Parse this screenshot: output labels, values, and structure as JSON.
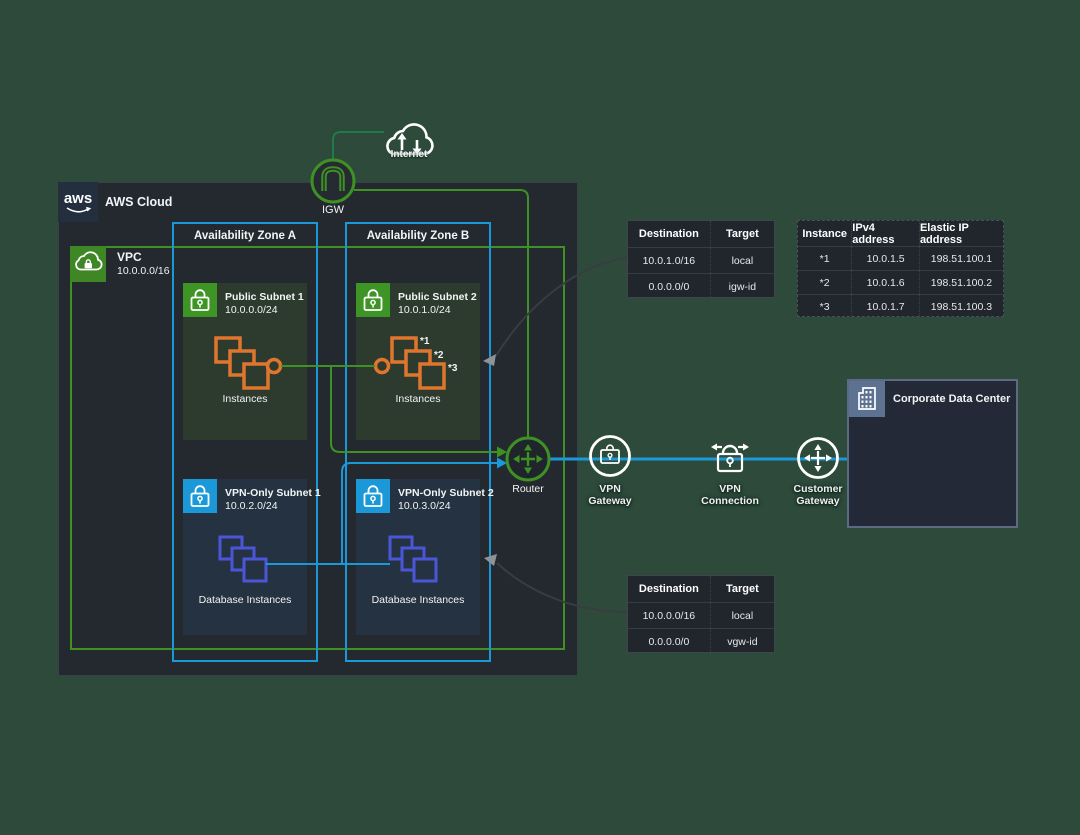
{
  "colors": {
    "background": "#2d4a3b",
    "green_accent": "#3d9125",
    "blue_accent": "#1b98d8",
    "orange_instances": "#e0762e",
    "indigo_db": "#4a55d8",
    "box_dark": "#24292f"
  },
  "internet": {
    "label": "Internet"
  },
  "igw": {
    "label": "IGW"
  },
  "aws_cloud": {
    "logo": "aws",
    "title": "AWS Cloud"
  },
  "vpc": {
    "title": "VPC",
    "cidr": "10.0.0.0/16"
  },
  "zones": [
    {
      "label": "Availability Zone A"
    },
    {
      "label": "Availability Zone B"
    }
  ],
  "subnets": [
    {
      "name": "Public Subnet 1",
      "cidr": "10.0.0.0/24",
      "resource_label": "Instances"
    },
    {
      "name": "Public Subnet 2",
      "cidr": "10.0.1.0/24",
      "resource_label": "Instances",
      "annotations": [
        "*1",
        "*2",
        "*3"
      ]
    },
    {
      "name": "VPN-Only Subnet 1",
      "cidr": "10.0.2.0/24",
      "resource_label": "Database Instances"
    },
    {
      "name": "VPN-Only Subnet 2",
      "cidr": "10.0.3.0/24",
      "resource_label": "Database Instances"
    }
  ],
  "router": {
    "label": "Router"
  },
  "gateways": [
    {
      "line1": "VPN",
      "line2": "Gateway"
    },
    {
      "line1": "VPN",
      "line2": "Connection"
    },
    {
      "line1": "Customer",
      "line2": "Gateway"
    }
  ],
  "corporate_dc": {
    "title": "Corporate Data Center"
  },
  "tables": {
    "route_table_top": {
      "headers": [
        "Destination",
        "Target"
      ],
      "rows": [
        [
          "10.0.1.0/16",
          "local"
        ],
        [
          "0.0.0.0/0",
          "igw-id"
        ]
      ]
    },
    "route_table_bottom": {
      "headers": [
        "Destination",
        "Target"
      ],
      "rows": [
        [
          "10.0.0.0/16",
          "local"
        ],
        [
          "0.0.0.0/0",
          "vgw-id"
        ]
      ]
    },
    "elastic_ip_table": {
      "headers": [
        "Instance",
        "IPv4 address",
        "Elastic IP address"
      ],
      "rows": [
        [
          "*1",
          "10.0.1.5",
          "198.51.100.1"
        ],
        [
          "*2",
          "10.0.1.6",
          "198.51.100.2"
        ],
        [
          "*3",
          "10.0.1.7",
          "198.51.100.3"
        ]
      ]
    }
  }
}
